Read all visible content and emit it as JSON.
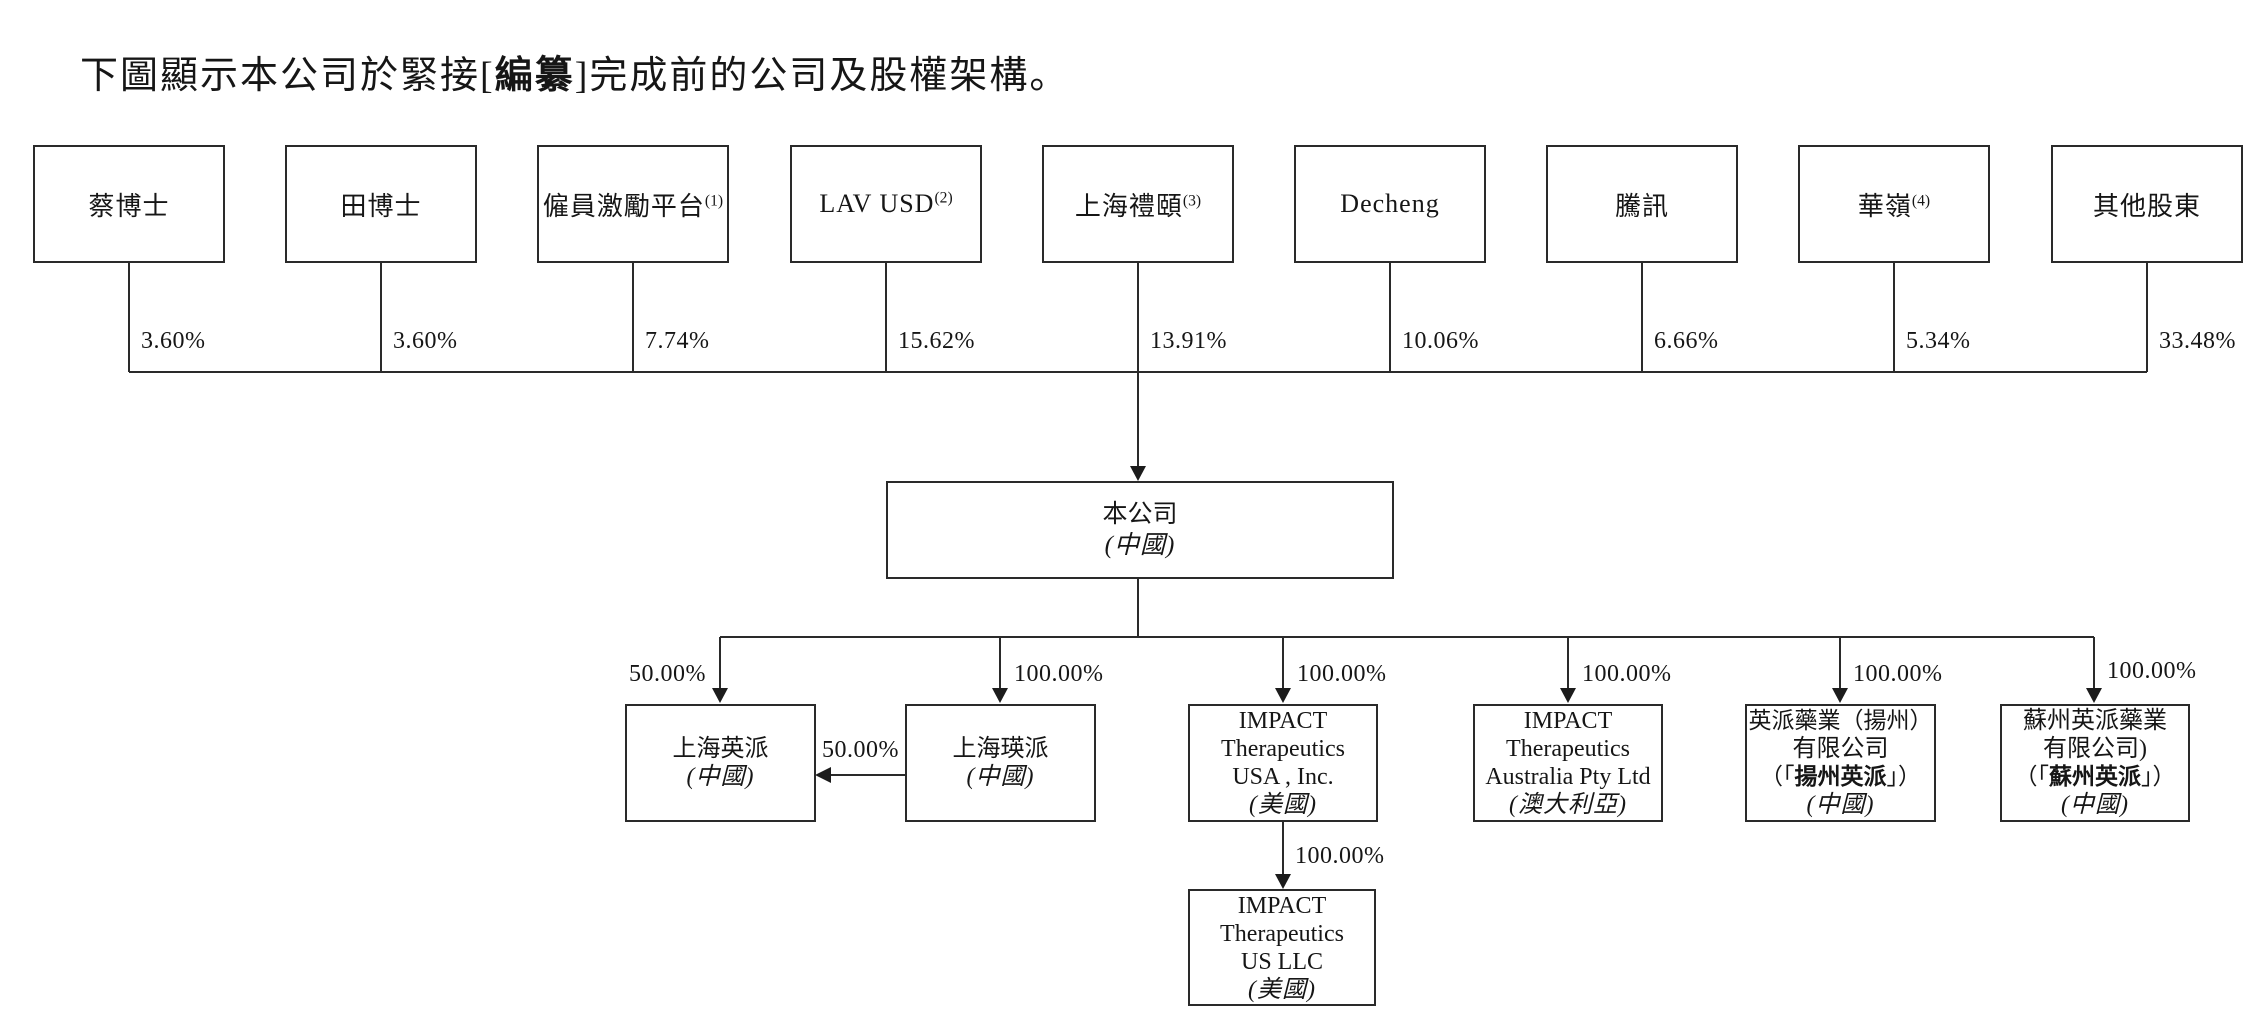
{
  "title": {
    "prefix": "下圖顯示本公司於緊接",
    "bracket_open": "[",
    "redacted": "編纂",
    "bracket_close": "]",
    "suffix": "完成前的公司及股權架構。"
  },
  "shareholders": [
    {
      "name": "蔡博士",
      "note": "",
      "percent": "3.60%"
    },
    {
      "name": "田博士",
      "note": "",
      "percent": "3.60%"
    },
    {
      "name": "僱員激勵平台",
      "note": "(1)",
      "percent": "7.74%"
    },
    {
      "name": "LAV USD",
      "note": "(2)",
      "percent": "15.62%"
    },
    {
      "name": "上海禮頤",
      "note": "(3)",
      "percent": "13.91%"
    },
    {
      "name": "Decheng",
      "note": "",
      "percent": "10.06%"
    },
    {
      "name": "騰訊",
      "note": "",
      "percent": "6.66%"
    },
    {
      "name": "華嶺",
      "note": "(4)",
      "percent": "5.34%"
    },
    {
      "name": "其他股東",
      "note": "",
      "percent": "33.48%"
    }
  ],
  "company": {
    "name": "本公司",
    "jurisdiction": "(中國)"
  },
  "subsidiaries": [
    {
      "name": "上海英派",
      "jurisdiction": "(中國)",
      "percent": "50.00%"
    },
    {
      "name": "上海瑛派",
      "jurisdiction": "(中國)",
      "percent": "100.00%"
    },
    {
      "lines": [
        "IMPACT",
        "Therapeutics",
        "USA , Inc."
      ],
      "jurisdiction": "(美國)",
      "percent": "100.00%"
    },
    {
      "lines": [
        "IMPACT",
        "Therapeutics",
        "Australia Pty Ltd"
      ],
      "jurisdiction": "(澳大利亞)",
      "percent": "100.00%"
    },
    {
      "lines": [
        "英派藥業（揚州）",
        "有限公司"
      ],
      "quote_open": "（「",
      "short_name": "揚州英派",
      "quote_close": "」）",
      "jurisdiction": "(中國)",
      "percent": "100.00%"
    },
    {
      "lines": [
        "蘇州英派藥業",
        "有限公司)"
      ],
      "quote_open": "（「",
      "short_name": "蘇州英派",
      "quote_close": "」）",
      "jurisdiction": "(中國)",
      "percent": "100.00%"
    }
  ],
  "cross_holding": {
    "percent": "50.00%"
  },
  "grandchild": {
    "lines": [
      "IMPACT",
      "Therapeutics",
      "US LLC"
    ],
    "jurisdiction": "(美國)",
    "percent": "100.00%"
  }
}
